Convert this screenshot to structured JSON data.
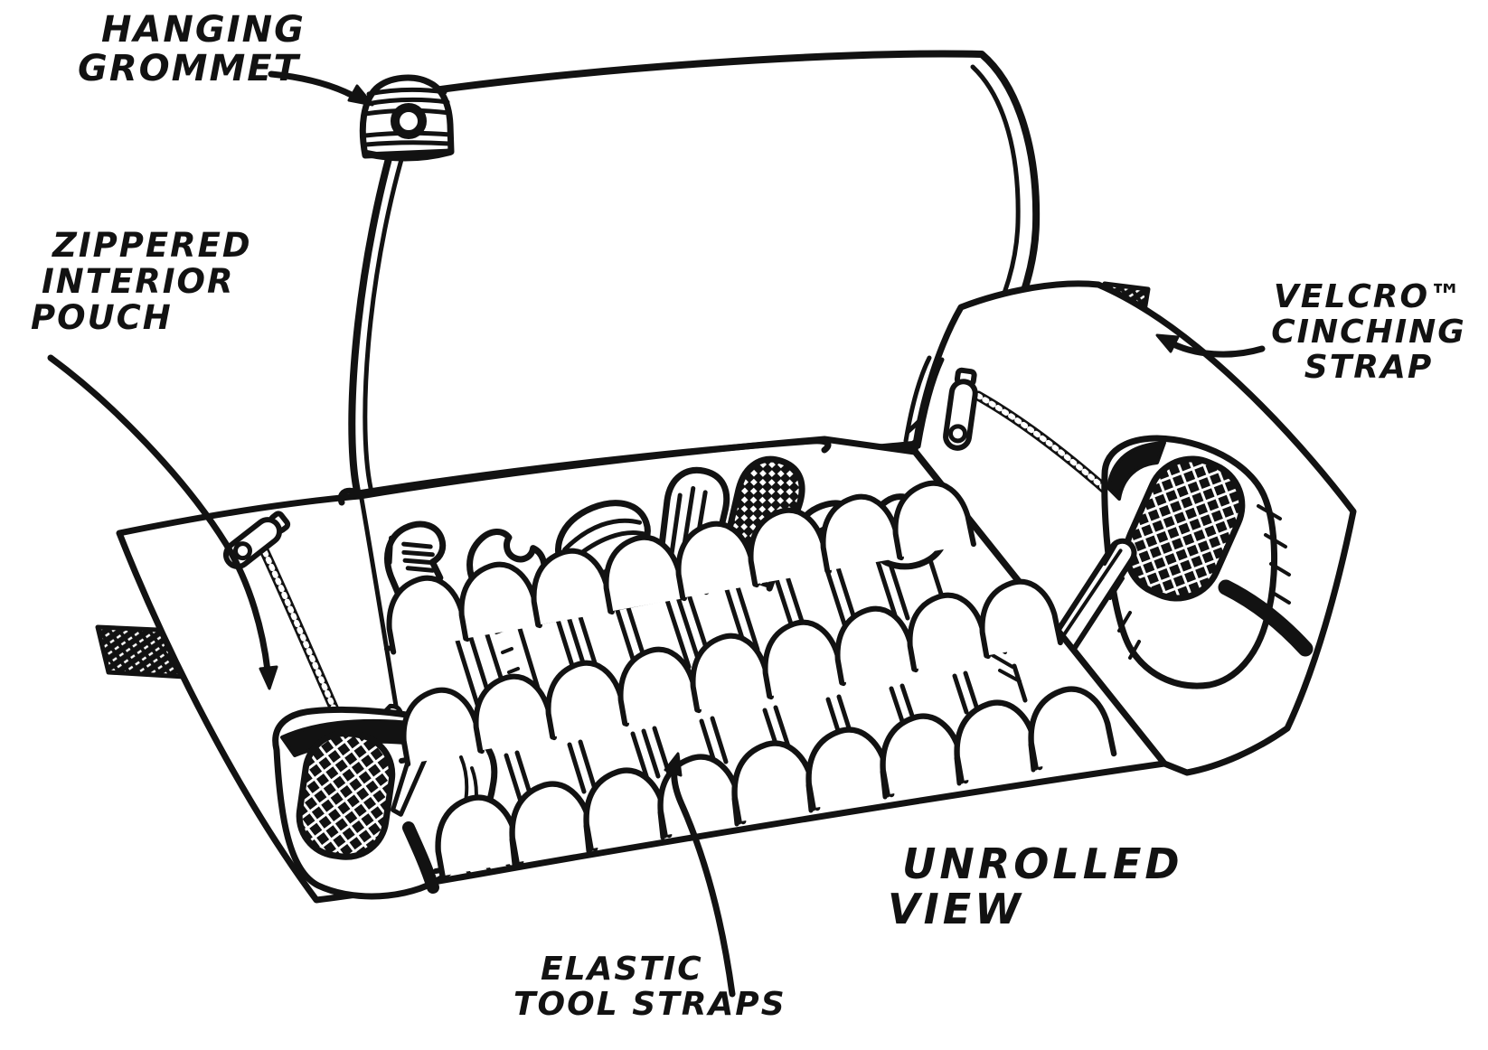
{
  "figure": {
    "type": "technical-illustration",
    "subject": "tool roll, unrolled view",
    "caption": {
      "line1": "UNROLLED",
      "line2": "VIEW"
    },
    "labels": {
      "hanging_grommet": {
        "line1": "HANGING",
        "line2": "GROMMET"
      },
      "zippered_interior_pouch": {
        "line1": "ZIPPERED",
        "line2": "INTERIOR",
        "line3": "POUCH"
      },
      "velcro_cinching_strap": {
        "line1": "VELCRO™",
        "line2": "CINCHING",
        "line3": "STRAP"
      },
      "elastic_tool_straps": {
        "line1": "ELASTIC",
        "line2": "TOOL STRAPS"
      }
    },
    "colors": {
      "ink": "#121212",
      "paper": "#ffffff"
    }
  }
}
